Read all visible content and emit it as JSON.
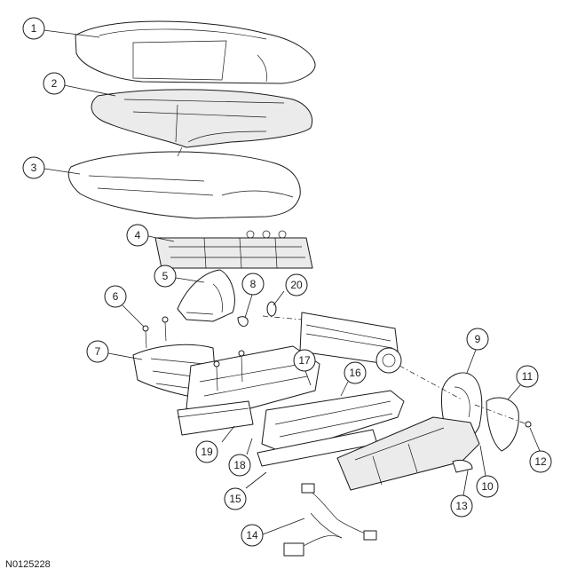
{
  "figure_code": "N0125228",
  "callouts": [
    "1",
    "2",
    "3",
    "4",
    "5",
    "6",
    "7",
    "8",
    "9",
    "10",
    "11",
    "12",
    "13",
    "14",
    "15",
    "16",
    "17",
    "18",
    "19",
    "20"
  ]
}
